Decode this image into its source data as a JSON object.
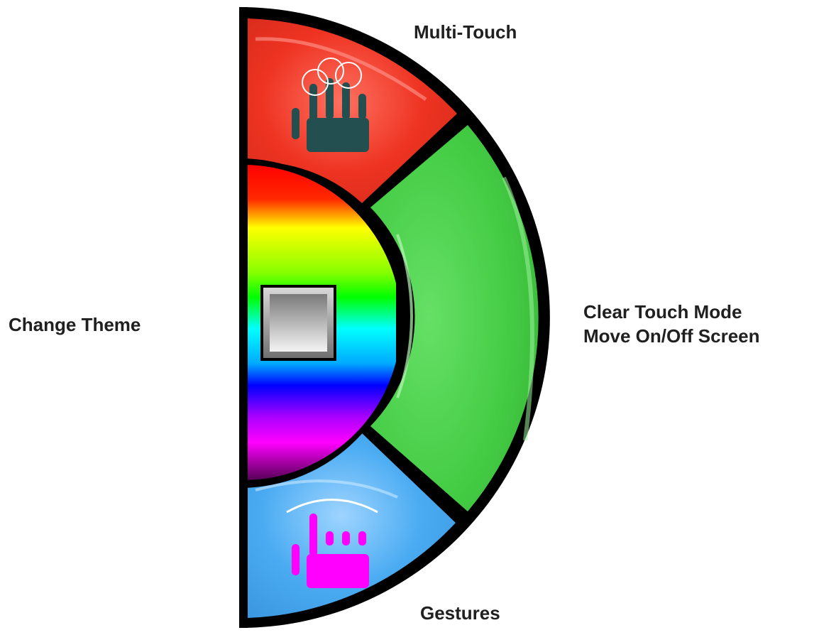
{
  "labels": {
    "multi_touch": "Multi-Touch",
    "change_theme": "Change Theme",
    "clear_touch_line1": "Clear Touch Mode",
    "clear_touch_line2": "Move On/Off Screen",
    "gestures": "Gestures"
  },
  "segments": {
    "multi_touch": {
      "color": "#ee3322",
      "icon": "multi-touch-hand-icon",
      "icon_color": "#234f50"
    },
    "clear_touch": {
      "color": "#44cc44"
    },
    "gestures": {
      "color": "#44aaf4",
      "icon": "gesture-hand-icon",
      "icon_color": "#ff00ff"
    },
    "theme_hub": {
      "colors": [
        "#ff0000",
        "#ffff00",
        "#00ff00",
        "#00ffff",
        "#0000ff",
        "#ff00ff",
        "#660066"
      ],
      "button_icon": "square-button-icon"
    }
  }
}
